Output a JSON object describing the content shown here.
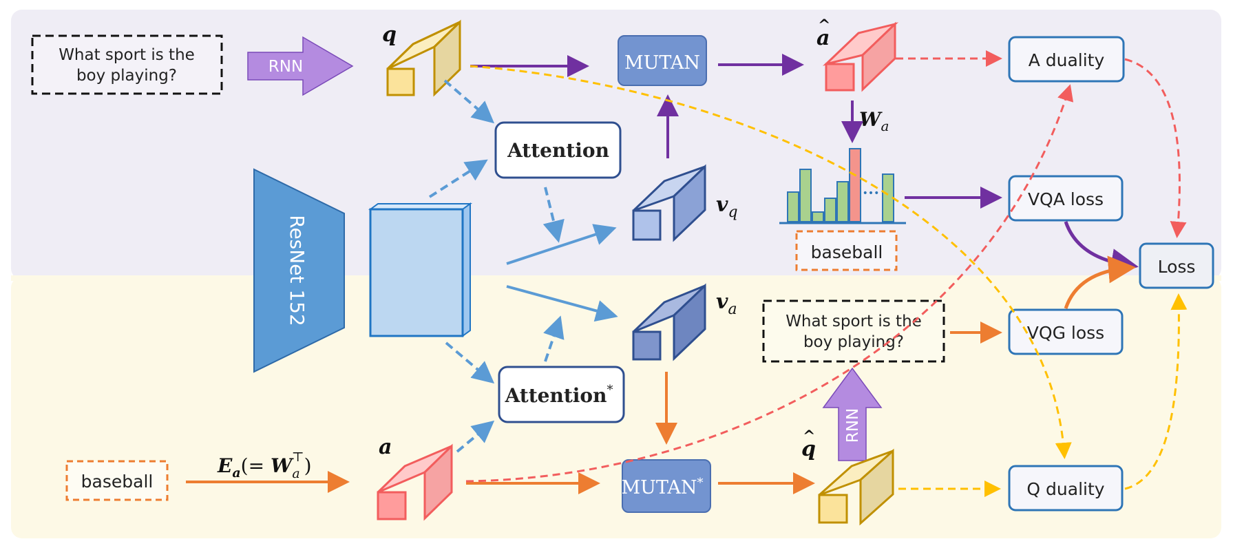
{
  "input_question": "What sport is the boy playing?",
  "rnn_top_label": "RNN",
  "rnn_bottom_label": "RNN",
  "resnet_label": "ResNet 152",
  "attention_top_label": "Attention",
  "attention_bottom_label": "Attention",
  "attention_bottom_star": "*",
  "mutan_top_label": "MUTAN",
  "mutan_bottom_label": "MUTAN",
  "mutan_bottom_star": "*",
  "q_label": "q",
  "a_hat_label": "a",
  "vq_label": "v",
  "vq_sub": "q",
  "va_label": "v",
  "va_sub": "a",
  "a_label": "a",
  "q_hat_label": "q",
  "wa_label": "W",
  "wa_sub": "a",
  "ea_label": "E",
  "ea_sub": "a",
  "ea_paren_open": "(= ",
  "ea_w": "W",
  "ea_w_sub": "a",
  "ea_w_sup": "⊤",
  "ea_paren_close": ")",
  "answer_label_top": "baseball",
  "answer_label_bottom": "baseball",
  "generated_question": "What sport is the boy playing?",
  "a_duality_label": "A duality",
  "vqa_loss_label": "VQA loss",
  "vqg_loss_label": "VQG loss",
  "q_duality_label": "Q duality",
  "loss_label": "Loss",
  "histogram_ellipsis": "•••",
  "colors": {
    "top_region": "#efedf5",
    "bottom_region": "#fdf9e6",
    "purple_arrow": "#7030a0",
    "blue_arrow": "#5b9bd5",
    "orange_arrow": "#ed7d31",
    "red_dashed": "#f25d5d",
    "yellow_dashed": "#ffc000",
    "box_border": "#2e75b6",
    "node_border": "#2f4f8f"
  }
}
